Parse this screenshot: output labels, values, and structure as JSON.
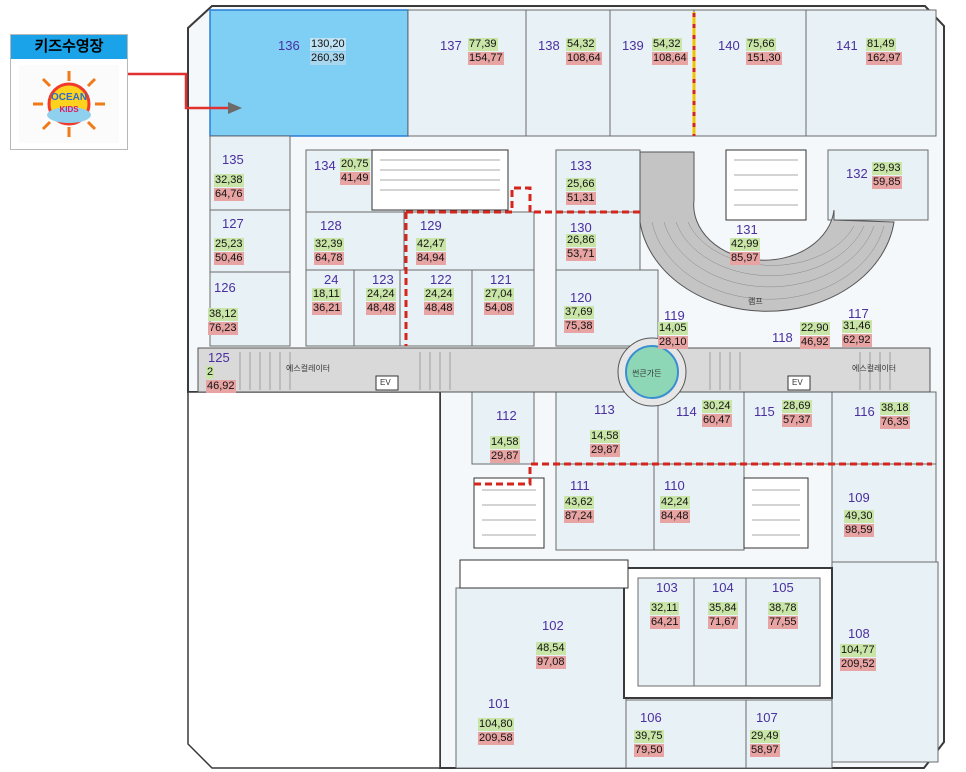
{
  "legend": {
    "title": "키즈수영장",
    "logo_text": "OCEAN",
    "logo_sub": "KIDS",
    "arrow_color": "#e03030"
  },
  "colors": {
    "highlight_fill": "#7fcff5",
    "highlight_stroke": "#2a7fd6",
    "unit_fill": "#e8f1f6",
    "wall": "#3a3a3a",
    "boundary": "#d4261c",
    "boundary_alt": "#f2c200",
    "area_exclusive": "#c9e6a8",
    "area_supply": "#e8a3a3"
  },
  "labels": {
    "escalator_left": "에스컬레이터",
    "escalator_right": "에스컬레이터",
    "ev_left": "EV",
    "ev_right": "EV",
    "ramp": "램프",
    "garden": "썬큰가든"
  },
  "units": [
    {
      "id": "136",
      "a1": "130,20",
      "a2": "260,39"
    },
    {
      "id": "137",
      "a1": "77,39",
      "a2": "154,77"
    },
    {
      "id": "138",
      "a1": "54,32",
      "a2": "108,64"
    },
    {
      "id": "139",
      "a1": "54,32",
      "a2": "108,64"
    },
    {
      "id": "140",
      "a1": "75,66",
      "a2": "151,30"
    },
    {
      "id": "141",
      "a1": "81,49",
      "a2": "162,97"
    },
    {
      "id": "135",
      "a1": "32,38",
      "a2": "64,76"
    },
    {
      "id": "134",
      "a1": "20,75",
      "a2": "41,49"
    },
    {
      "id": "133",
      "a1": "25,66",
      "a2": "51,31"
    },
    {
      "id": "132",
      "a1": "29,93",
      "a2": "59,85"
    },
    {
      "id": "127",
      "a1": "25,23",
      "a2": "50,46"
    },
    {
      "id": "128",
      "a1": "32,39",
      "a2": "64,78"
    },
    {
      "id": "129",
      "a1": "42,47",
      "a2": "84,94"
    },
    {
      "id": "130",
      "a1": "26,86",
      "a2": "53,71"
    },
    {
      "id": "131",
      "a1": "42,99",
      "a2": "85,97"
    },
    {
      "id": "126",
      "a1": "38,12",
      "a2": "76,23"
    },
    {
      "id": "24",
      "a1": "18,11",
      "a2": "36,21"
    },
    {
      "id": "123",
      "a1": "24,24",
      "a2": "48,48"
    },
    {
      "id": "122",
      "a1": "24,24",
      "a2": "48,48"
    },
    {
      "id": "121",
      "a1": "27,04",
      "a2": "54,08"
    },
    {
      "id": "120",
      "a1": "37,69",
      "a2": "75,38"
    },
    {
      "id": "119",
      "a1": "14,05",
      "a2": "28,10"
    },
    {
      "id": "118",
      "a1": "22,90",
      "a2": "46,92"
    },
    {
      "id": "117",
      "a1": "31,46",
      "a2": "62,92"
    },
    {
      "id": "125",
      "a1": "2",
      "a2": "46,92"
    },
    {
      "id": "112",
      "a1": "14,58",
      "a2": "29,87"
    },
    {
      "id": "113",
      "a1": "14,58",
      "a2": "29,87"
    },
    {
      "id": "114",
      "a1": "30,24",
      "a2": "60,47"
    },
    {
      "id": "115",
      "a1": "28,69",
      "a2": "57,37"
    },
    {
      "id": "116",
      "a1": "38,18",
      "a2": "76,35"
    },
    {
      "id": "111",
      "a1": "43,62",
      "a2": "87,24"
    },
    {
      "id": "110",
      "a1": "42,24",
      "a2": "84,48"
    },
    {
      "id": "109",
      "a1": "49,30",
      "a2": "98,59"
    },
    {
      "id": "103",
      "a1": "32,11",
      "a2": "64,21"
    },
    {
      "id": "104",
      "a1": "35,84",
      "a2": "71,67"
    },
    {
      "id": "105",
      "a1": "38,78",
      "a2": "77,55"
    },
    {
      "id": "102",
      "a1": "48,54",
      "a2": "97,08"
    },
    {
      "id": "108",
      "a1": "104,77",
      "a2": "209,52"
    },
    {
      "id": "101",
      "a1": "104,80",
      "a2": "209,58"
    },
    {
      "id": "106",
      "a1": "39,75",
      "a2": "79,50"
    },
    {
      "id": "107",
      "a1": "29,49",
      "a2": "58,97"
    }
  ]
}
